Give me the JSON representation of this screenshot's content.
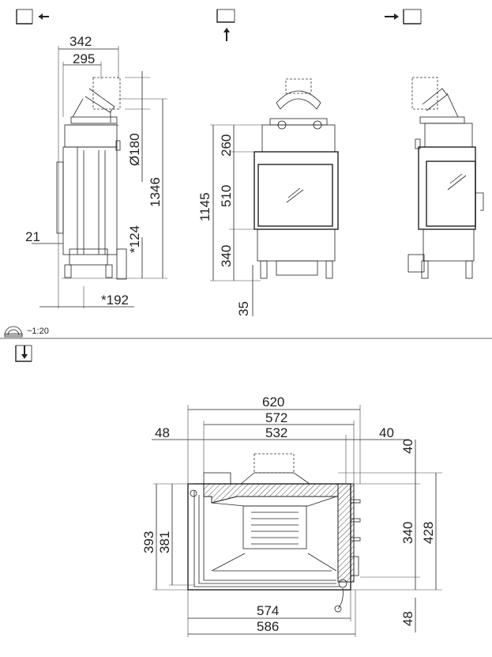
{
  "scale": {
    "icon": "scale-icon",
    "label": "~1:20"
  },
  "view_icons": [
    "left-view-icon",
    "front-view-icon",
    "right-view-icon",
    "top-view-icon"
  ],
  "side_view": {
    "width_342": "342",
    "width_295": "295",
    "flue_diameter": "Ø180",
    "height_1346": "1346",
    "inlet_height": "*124",
    "offset_21": "21",
    "inlet_offset": "*192"
  },
  "front_view": {
    "height_1145": "1145",
    "top_260": "260",
    "door_510": "510",
    "base_340": "340",
    "legs_35": "35"
  },
  "plan_view": {
    "width_620": "620",
    "width_572": "572",
    "width_532": "532",
    "left_48": "48",
    "right_40": "40",
    "top_40": "40",
    "depth_393": "393",
    "depth_381": "381",
    "depth_340": "340",
    "depth_428": "428",
    "bottom_574": "574",
    "bottom_586": "586",
    "bottom_48": "48"
  }
}
